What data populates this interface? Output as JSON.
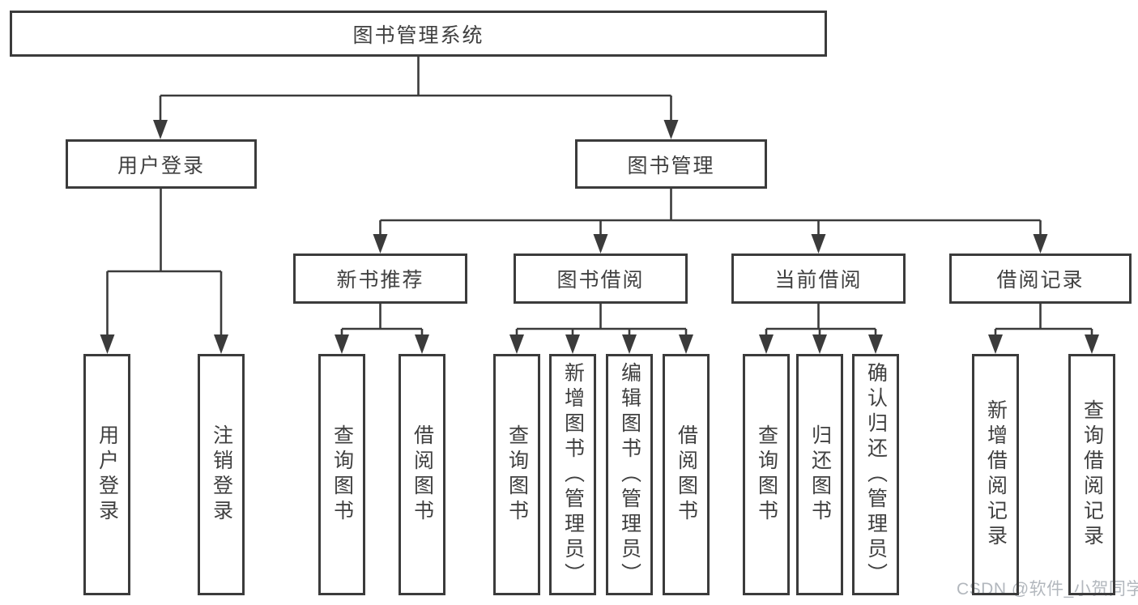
{
  "tree": {
    "root": "图书管理系统",
    "branches": [
      {
        "label": "用户登录",
        "children": [
          "用户登录",
          "注销登录"
        ]
      },
      {
        "label": "图书管理",
        "groups": [
          {
            "label": "新书推荐",
            "children": [
              "查询图书",
              "借阅图书"
            ]
          },
          {
            "label": "图书借阅",
            "children": [
              "查询图书",
              "新增图书（管理员）",
              "编辑图书（管理员）",
              "借阅图书"
            ]
          },
          {
            "label": "当前借阅",
            "children": [
              "查询图书",
              "归还图书",
              "确认归还（管理员）"
            ]
          },
          {
            "label": "借阅记录",
            "children": [
              "新增借阅记录",
              "查询借阅记录"
            ]
          }
        ]
      }
    ]
  },
  "watermark": {
    "text": "CSDN @软件_小贺同学",
    "color": "#b2b7bd"
  },
  "colors": {
    "line": "#3b3b3b",
    "box_border": "#3b3b3b",
    "text": "#404040",
    "background": "#ffffff"
  }
}
